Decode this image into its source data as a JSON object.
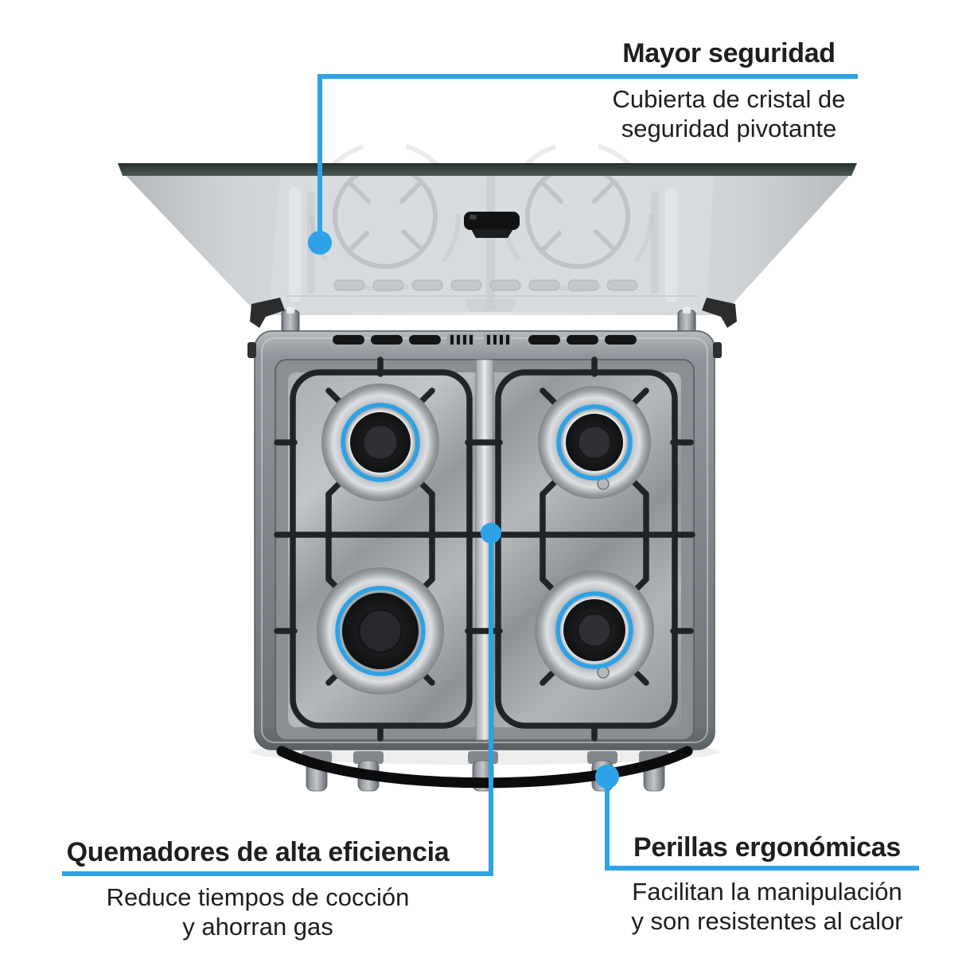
{
  "colors": {
    "accent": "#2da2e6",
    "text": "#1e1e1f",
    "background": "#ffffff"
  },
  "callouts": [
    {
      "id": "safety",
      "title": "Mayor seguridad",
      "lines": [
        "Cubierta de cristal de",
        "seguridad pivotante"
      ]
    },
    {
      "id": "burners",
      "title": "Quemadores de alta eficiencia",
      "lines": [
        "Reduce tiempos de cocción",
        "y ahorran gas"
      ]
    },
    {
      "id": "knobs",
      "title": "Perillas ergonómicas",
      "lines": [
        "Facilitan la manipulación",
        "y son resistentes al calor"
      ]
    }
  ],
  "illustration": {
    "subject": "estufa de gas de 4 quemadores vista superior con cubierta de cristal abierta",
    "burner_highlights": 4,
    "knob_count": 5
  }
}
